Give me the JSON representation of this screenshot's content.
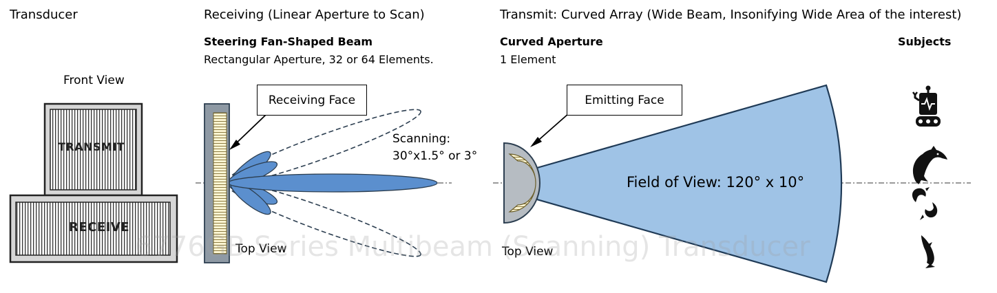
{
  "headings": {
    "transducer": "Transducer",
    "receiving": "Receiving (Linear Aperture to Scan)",
    "transmit": "Transmit: Curved Array (Wide Beam, Insonifying Wide Area of the interest)"
  },
  "receiving": {
    "subtitle": "Steering Fan-Shaped Beam",
    "description": "Rectangular Aperture, 32 or 64 Elements.",
    "callout": "Receiving Face",
    "scanning_label": "Scanning:",
    "scanning_value": "30°x1.5° or 3°",
    "view_label": "Top View"
  },
  "front": {
    "view_label": "Front View",
    "transmit_label": "TRANSMIT",
    "receive_label": "RECEIVE"
  },
  "transmit": {
    "subtitle": "Curved Aperture",
    "description": "1 Element",
    "callout": "Emitting Face",
    "fov_label": "Field of View: 120° x 10°",
    "view_label": "Top View",
    "subjects_heading": "Subjects"
  },
  "subjects": [
    {
      "icon": "robot-icon"
    },
    {
      "icon": "dolphin-icon"
    },
    {
      "icon": "fish-pair-icon"
    },
    {
      "icon": "fish-icon"
    }
  ],
  "watermark": "6776GB Series Multibeam (Scanning) Transducer",
  "colors": {
    "beam_fill": "#9fc3e6",
    "lobe_fill": "#5b8fce",
    "outline": "#2c3e50",
    "element_fill": "#fdf6d3",
    "frame_fill": "#8e99a4"
  }
}
